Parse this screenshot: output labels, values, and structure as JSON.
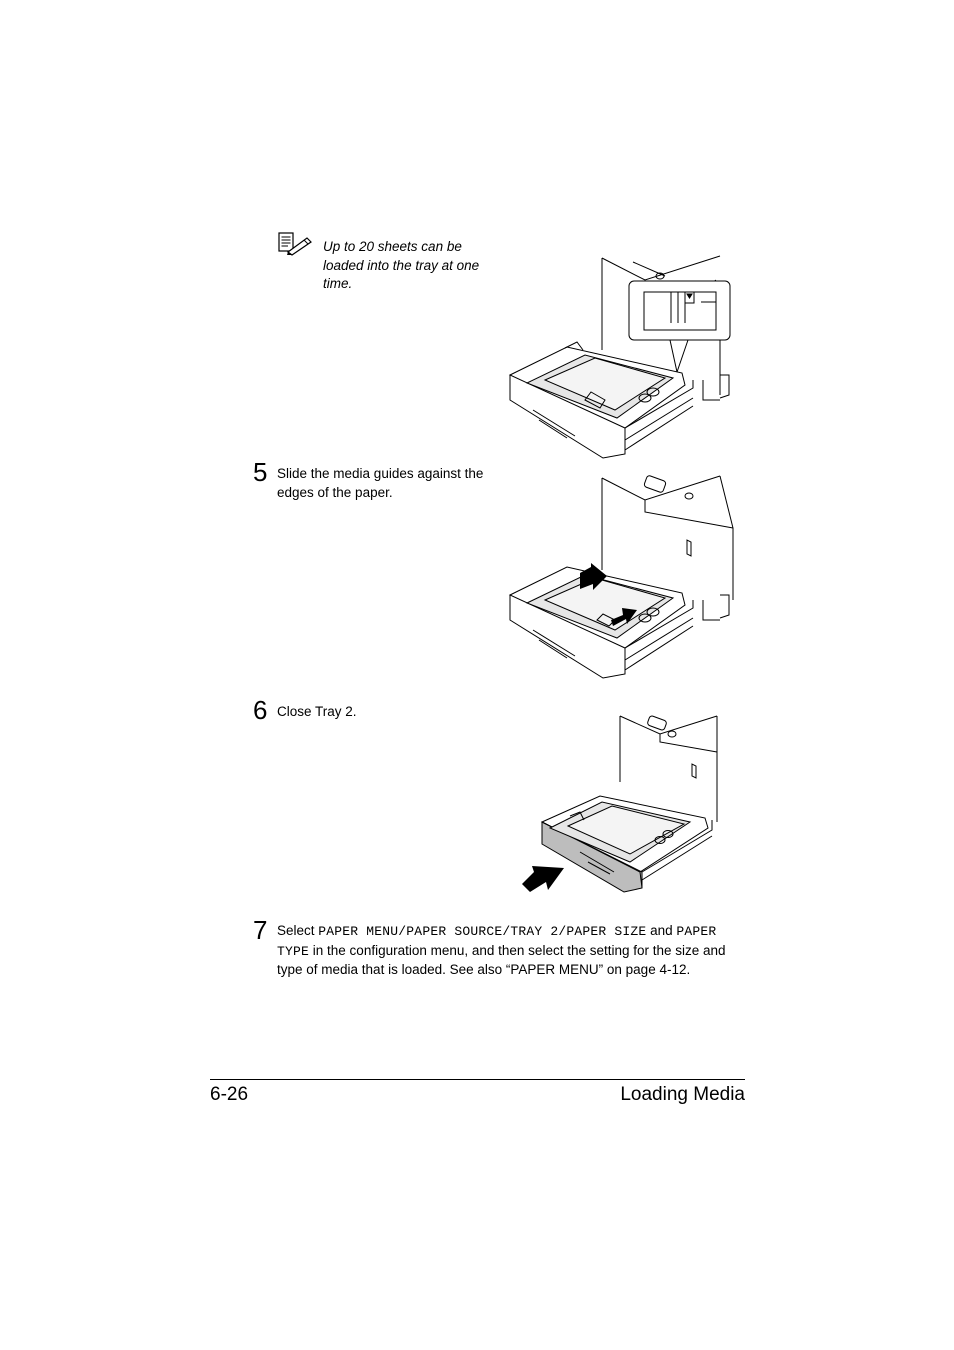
{
  "note": {
    "text": "Up to 20 sheets can be loaded into the tray at one time."
  },
  "steps": [
    {
      "number": "5",
      "text": "Slide the media guides against the edges of the paper."
    },
    {
      "number": "6",
      "text": "Close Tray 2."
    },
    {
      "number": "7",
      "select_word": "Select",
      "menu_path": "PAPER MENU/PAPER SOURCE/TRAY 2/PAPER SIZE",
      "and_word": "and",
      "menu_item": "PAPER TYPE",
      "rest": "in the configuration menu, and then select the setting for the size and type of media that is loaded. See also “PAPER MENU” on page 4-12."
    }
  ],
  "footer": {
    "page_number": "6-26",
    "section_title": "Loading Media"
  },
  "icons": {
    "note": "note-pencil-icon",
    "arrow": "push-arrow-icon"
  },
  "colors": {
    "text": "#000000",
    "tray_highlight": "#bdbdbd",
    "paper": "#e6e6e6"
  }
}
